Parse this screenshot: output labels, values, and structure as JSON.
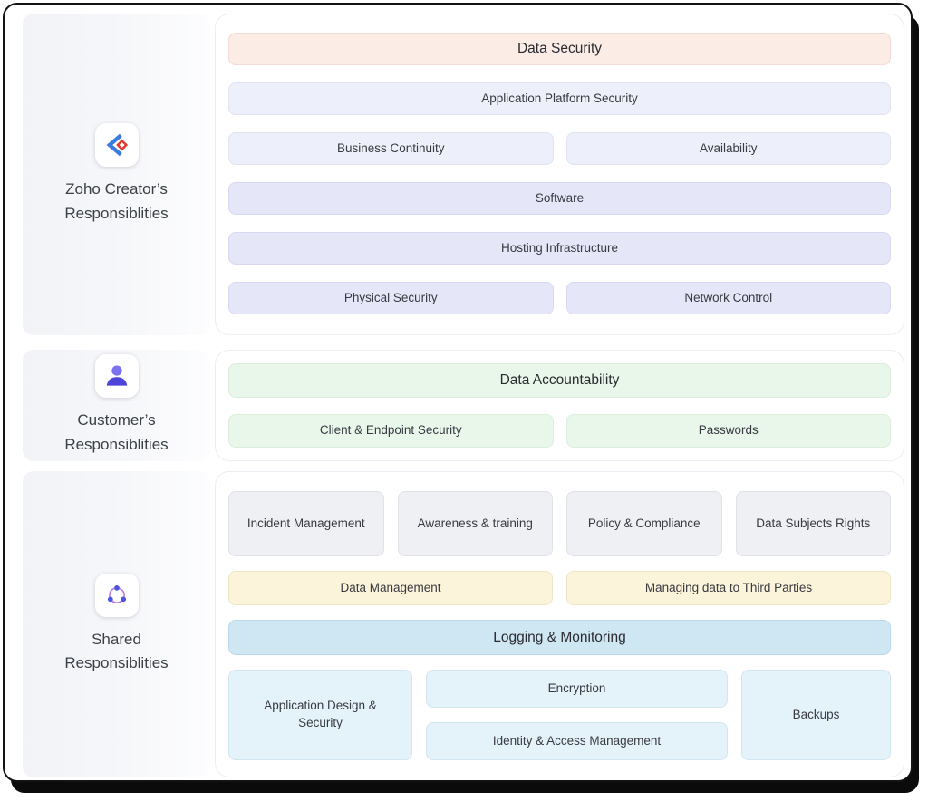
{
  "frame": {
    "background": "#ffffff",
    "border_color": "#131313"
  },
  "palette": {
    "peach_bg": "#fbece6",
    "lavender_light_bg": "#edf0fa",
    "lavender_bg": "#e5e6f7",
    "green_bg": "#e9f7ea",
    "gray_bg": "#eff0f4",
    "yellow_bg": "#fcf4da",
    "blue_header_bg": "#cfe6f3",
    "blue_light_bg": "#e4f2fa",
    "icon_blue": "#3a7bdf",
    "icon_red": "#e23a2e",
    "icon_indigo": "#4d44d8",
    "icon_violet": "#bd7ce4"
  },
  "sections": [
    {
      "icon": "zoho-creator-logo",
      "label_lines": [
        "Zoho Creator’s",
        "Responsiblities"
      ],
      "boxes": {
        "data_security": "Data Security",
        "application_platform_security": "Application Platform Security",
        "business_continuity": "Business Continuity",
        "availability": "Availability",
        "software": "Software",
        "hosting_infrastructure": "Hosting Infrastructure",
        "physical_security": "Physical Security",
        "network_control": "Network Control"
      }
    },
    {
      "icon": "person",
      "label_lines": [
        "Customer’s",
        "Responsiblities"
      ],
      "boxes": {
        "data_accountability": "Data Accountability",
        "client_endpoint_security": "Client & Endpoint Security",
        "passwords": "Passwords"
      }
    },
    {
      "icon": "share",
      "label_lines": [
        "Shared",
        "Responsiblities"
      ],
      "boxes": {
        "incident_management": "Incident Management",
        "awareness_training": "Awareness & training",
        "policy_compliance": "Policy & Compliance",
        "data_subjects_rights": "Data Subjects Rights",
        "data_management": "Data Management",
        "managing_third_parties": "Managing data to Third Parties",
        "logging_monitoring": "Logging & Monitoring",
        "application_design_security": "Application Design & Security",
        "encryption": "Encryption",
        "identity_access_management": "Identity & Access Management",
        "backups": "Backups"
      }
    }
  ]
}
